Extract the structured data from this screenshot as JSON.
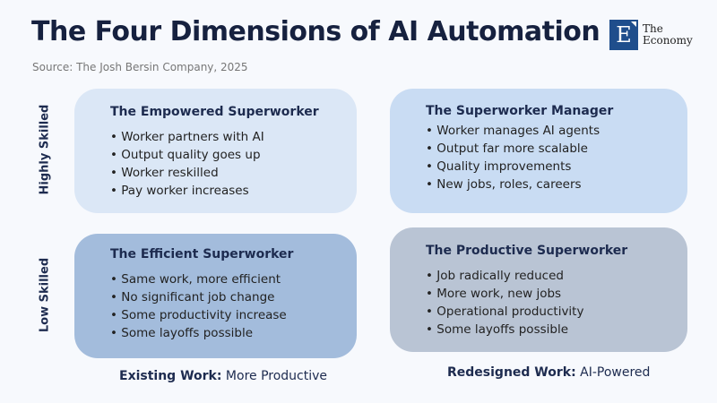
{
  "title": "The Four Dimensions of AI Automation",
  "source": "Source: The Josh Bersin Company, 2025",
  "logo": {
    "mark": "E",
    "line1": "The",
    "line2": "Economy"
  },
  "y_axis": {
    "top": "Highly Skilled",
    "bottom": "Low Skilled"
  },
  "x_axis": {
    "left": {
      "bold": "Existing Work:",
      "rest": "More Productive"
    },
    "right": {
      "bold": "Redesigned Work:",
      "rest": "AI-Powered"
    }
  },
  "quadrants": [
    {
      "title": "The Empowered Superworker",
      "items": [
        "Worker partners with AI",
        "Output quality goes up",
        "Worker reskilled",
        "Pay worker increases"
      ],
      "color": "#dbe7f6"
    },
    {
      "title": "The Superworker Manager",
      "items": [
        "Worker manages AI agents",
        "Output far more scalable",
        "Quality improvements",
        "New jobs, roles, careers"
      ],
      "color": "#c9dcf3"
    },
    {
      "title": "The Efficient Superworker",
      "items": [
        "Same work, more efficient",
        "No significant job change",
        "Some productivity increase",
        "Some layoffs possible"
      ],
      "color": "#a3bcdc"
    },
    {
      "title": "The Productive Superworker",
      "items": [
        "Job radically reduced",
        "More work, new jobs",
        "Operational productivity",
        "Some layoffs possible"
      ],
      "color": "#b9c4d4"
    }
  ]
}
